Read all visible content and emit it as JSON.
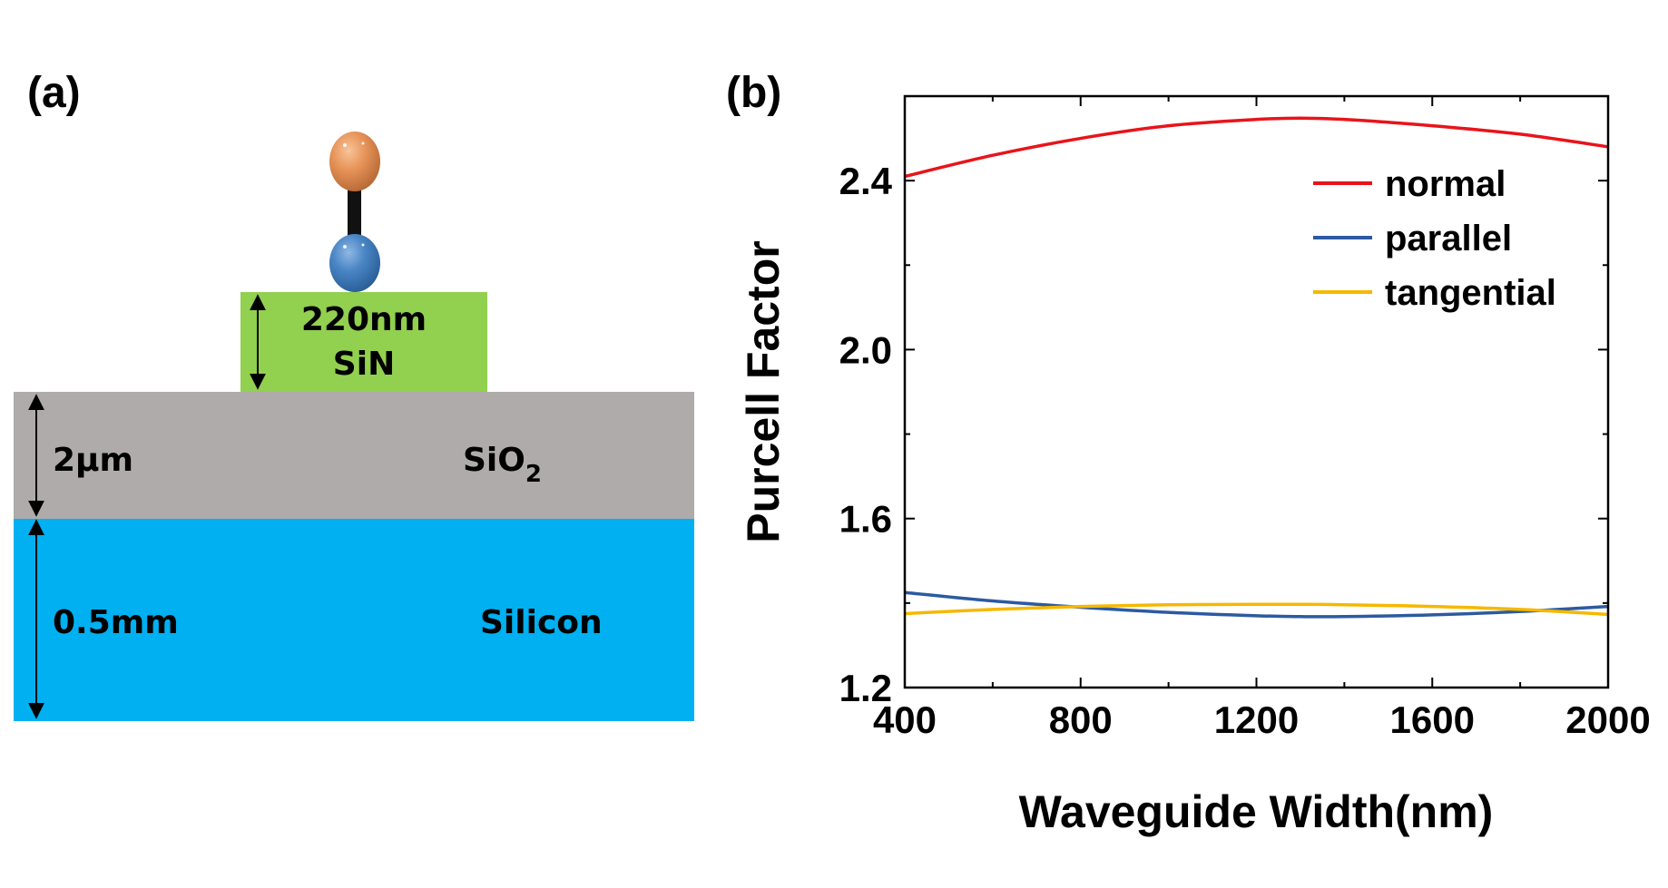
{
  "panel_a": {
    "label": "(a)",
    "waveguide_thickness": "220nm",
    "waveguide_material": "SiN",
    "oxide_thickness": "2µm",
    "oxide_material_base": "SiO",
    "oxide_material_sub": "2",
    "substrate_thickness": "0.5mm",
    "substrate_material": "Silicon",
    "colors": {
      "waveguide": "#92d050",
      "oxide": "#afabab",
      "substrate": "#00b0f0",
      "atom_top": "#e8955a",
      "atom_bottom": "#4a86c5"
    }
  },
  "panel_b": {
    "label": "(b)"
  },
  "chart_data": {
    "type": "line",
    "xlabel": "Waveguide Width(nm)",
    "ylabel": "Purcell Factor",
    "xlim": [
      400,
      2000
    ],
    "ylim": [
      1.2,
      2.6
    ],
    "xticks": [
      400,
      800,
      1200,
      1600,
      2000
    ],
    "xtick_labels": [
      "400",
      "800",
      "1200",
      "1600",
      "2000"
    ],
    "yticks": [
      1.2,
      1.6,
      2.0,
      2.4
    ],
    "ytick_labels": [
      "1.2",
      "1.6",
      "2.0",
      "2.4"
    ],
    "grid": false,
    "legend_position": "top-right",
    "x": [
      400,
      600,
      800,
      1000,
      1200,
      1300,
      1400,
      1600,
      1800,
      2000
    ],
    "series": [
      {
        "name": "normal",
        "color": "#e8141a",
        "values": [
          2.41,
          2.46,
          2.5,
          2.53,
          2.545,
          2.548,
          2.545,
          2.53,
          2.51,
          2.48
        ]
      },
      {
        "name": "parallel",
        "color": "#2c5aa0",
        "values": [
          1.425,
          1.405,
          1.39,
          1.378,
          1.37,
          1.368,
          1.368,
          1.372,
          1.38,
          1.392
        ]
      },
      {
        "name": "tangential",
        "color": "#f5b800",
        "values": [
          1.375,
          1.385,
          1.392,
          1.396,
          1.397,
          1.397,
          1.396,
          1.392,
          1.385,
          1.373
        ]
      }
    ]
  }
}
